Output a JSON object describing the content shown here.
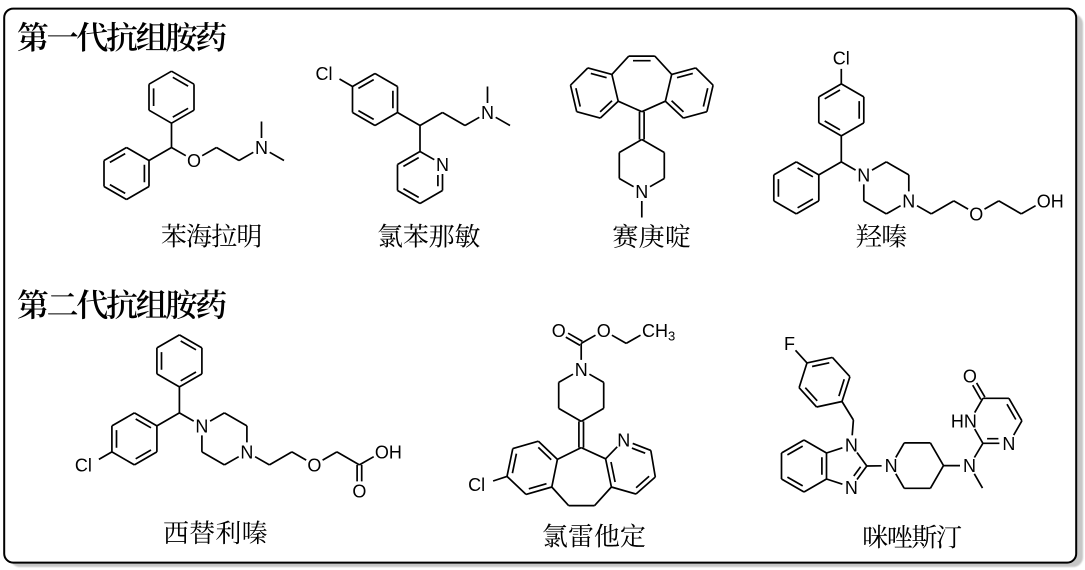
{
  "page": {
    "background": "#ffffff",
    "frame": {
      "stroke": "#000000",
      "fill": "#ffffff",
      "corner_radius": 9,
      "shadow_color": "#c9c9c9"
    }
  },
  "sections": [
    {
      "title": "第一代抗组胺药",
      "molecules": [
        {
          "id": "diphenhydramine",
          "name": "苯海拉明",
          "atom_labels": [
            "O",
            "N"
          ]
        },
        {
          "id": "chlorpheniramine",
          "name": "氯苯那敏",
          "atom_labels": [
            "Cl",
            "N",
            "N"
          ]
        },
        {
          "id": "cyproheptadine",
          "name": "赛庚啶",
          "atom_labels": [
            "N"
          ]
        },
        {
          "id": "hydroxyzine",
          "name": "羟嗪",
          "atom_labels": [
            "Cl",
            "N",
            "N",
            "O",
            "OH"
          ]
        }
      ]
    },
    {
      "title": "第二代抗组胺药",
      "molecules": [
        {
          "id": "cetirizine",
          "name": "西替利嗪",
          "atom_labels": [
            "N",
            "N",
            "O",
            "O",
            "OH",
            "Cl"
          ]
        },
        {
          "id": "loratadine",
          "name": "氯雷他定",
          "atom_labels": [
            "O",
            "O",
            "CH3",
            "N",
            "N",
            "Cl"
          ]
        },
        {
          "id": "mizolastine",
          "name": "咪唑斯汀",
          "atom_labels": [
            "F",
            "N",
            "N",
            "N",
            "N",
            "HN",
            "N",
            "O"
          ]
        }
      ]
    }
  ]
}
